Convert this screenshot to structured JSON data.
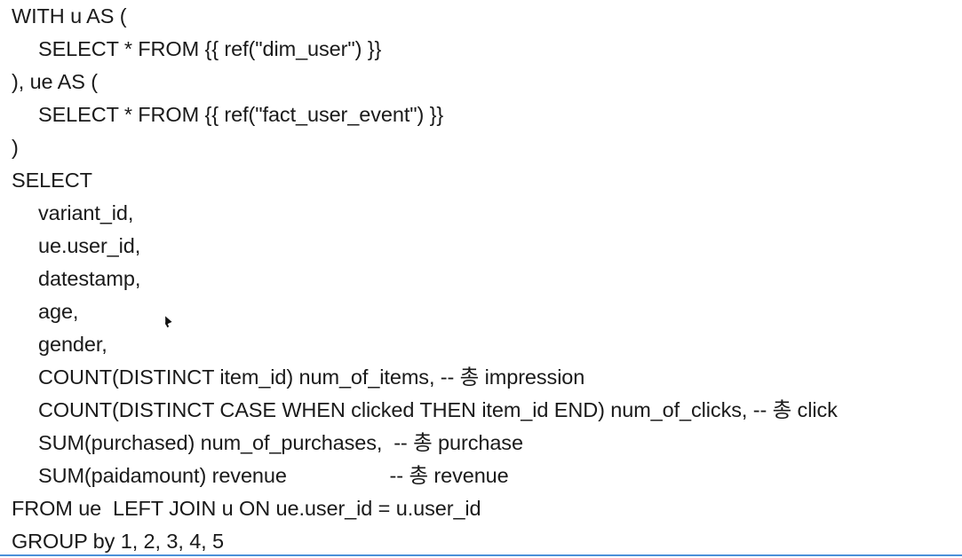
{
  "code": {
    "lines": [
      {
        "text": "WITH u AS (",
        "indent": false
      },
      {
        "text": "SELECT * FROM {{ ref(\"dim_user\") }}",
        "indent": true
      },
      {
        "text": "), ue AS (",
        "indent": false
      },
      {
        "text": "SELECT * FROM {{ ref(\"fact_user_event\") }}",
        "indent": true
      },
      {
        "text": ")",
        "indent": false
      },
      {
        "text": "SELECT",
        "indent": false
      },
      {
        "text": "variant_id,",
        "indent": true
      },
      {
        "text": "ue.user_id,",
        "indent": true
      },
      {
        "text": "datestamp,",
        "indent": true
      },
      {
        "text": "age,",
        "indent": true
      },
      {
        "text": "gender,",
        "indent": true
      },
      {
        "text": "COUNT(DISTINCT item_id) num_of_items, -- 총 impression",
        "indent": true
      },
      {
        "text": "COUNT(DISTINCT CASE WHEN clicked THEN item_id END) num_of_clicks, -- 총 click",
        "indent": true
      },
      {
        "text": "SUM(purchased) num_of_purchases,  -- 총 purchase",
        "indent": true
      },
      {
        "text": "SUM(paidamount) revenue                  -- 총 revenue",
        "indent": true
      },
      {
        "text": "FROM ue  LEFT JOIN u ON ue.user_id = u.user_id",
        "indent": false
      },
      {
        "text": "GROUP by 1, 2, 3, 4, 5",
        "indent": false
      }
    ]
  },
  "colors": {
    "text": "#1a1a1a",
    "background": "#ffffff",
    "bottom_rule": "#4a90d9"
  },
  "icons": {
    "cursor": "mouse-pointer-icon"
  }
}
